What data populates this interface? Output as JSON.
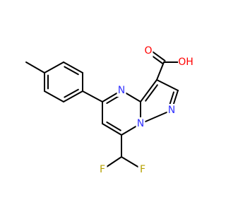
{
  "molecule": {
    "colors": {
      "bond": "#000000",
      "N": "#3333ff",
      "O": "#ff0000",
      "F": "#b5a000",
      "background": "#ffffff"
    },
    "atoms": [
      {
        "id": "n_ring6",
        "symbol": "N"
      },
      {
        "id": "n_bridge",
        "symbol": "N"
      },
      {
        "id": "n_pyrazole",
        "symbol": "N"
      },
      {
        "id": "o_carbonyl",
        "symbol": "O"
      },
      {
        "id": "o_hydroxyl",
        "symbol": "OH"
      },
      {
        "id": "f_upper",
        "symbol": "F"
      },
      {
        "id": "f_right",
        "symbol": "F"
      }
    ]
  }
}
